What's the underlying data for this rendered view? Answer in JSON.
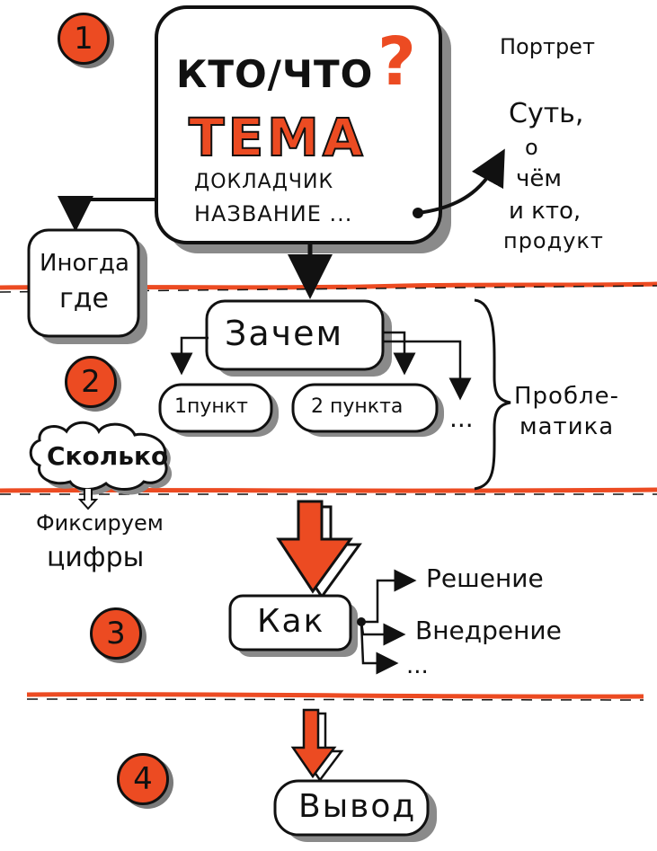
{
  "colors": {
    "accent": "#ec4b22",
    "ink": "#111111",
    "shadow": "#8a8a8a"
  },
  "section1": {
    "number": "1",
    "box_title": "КТО/ЧТО",
    "question_mark": "?",
    "theme": "ТЕМА",
    "speaker": "ДОКЛАДЧИК",
    "name": "НАЗВАНИЕ ...",
    "portrait": "Портрет",
    "essence_lines": [
      "Суть,",
      "о",
      "чём",
      "и кто,",
      "продукт"
    ],
    "sometimes_lines": [
      "Иногда",
      "где"
    ]
  },
  "section2": {
    "number": "2",
    "why": "Зачем",
    "point1": "1пункт",
    "point2": "2 пункта",
    "ellipsis": "...",
    "problem_lines": [
      "Пробле-",
      "матика"
    ],
    "how_much": "Сколько",
    "fix_lines": [
      "Фиксируем",
      "цифры"
    ]
  },
  "section3": {
    "number": "3",
    "how": "Как",
    "solution": "Решение",
    "implementation": "Внедрение",
    "ellipsis": "..."
  },
  "section4": {
    "number": "4",
    "conclusion": "Вывод"
  }
}
